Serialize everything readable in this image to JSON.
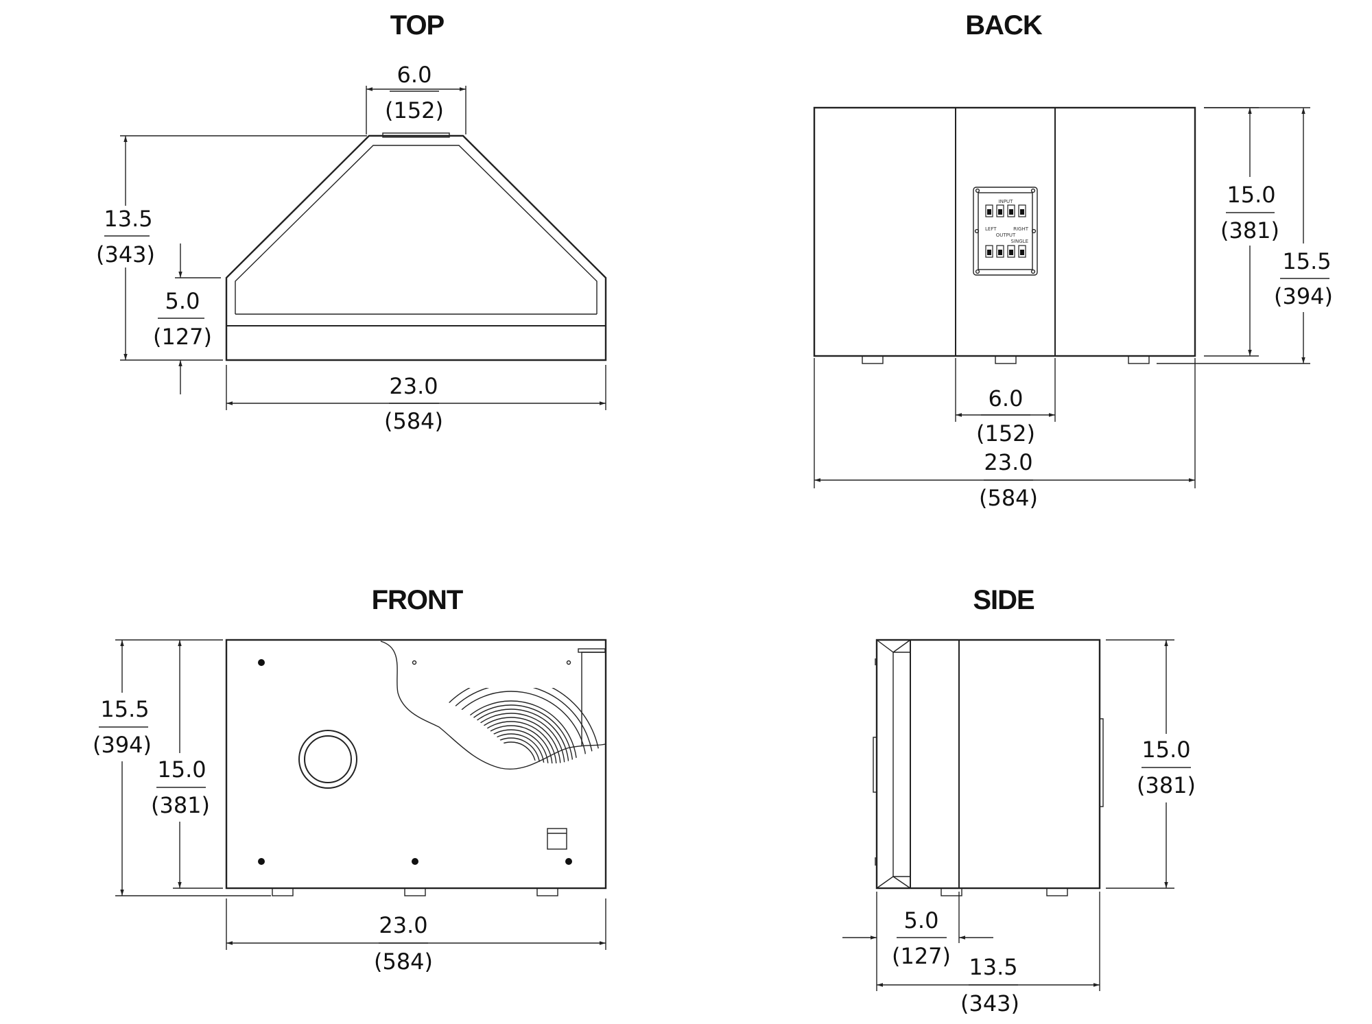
{
  "views": {
    "top": {
      "title": "TOP",
      "depth_in": "13.5",
      "depth_mm": "(343)",
      "top_width_in": "6.0",
      "top_width_mm": "(152)",
      "front_depth_in": "5.0",
      "front_depth_mm": "(127)",
      "width_in": "23.0",
      "width_mm": "(584)"
    },
    "back": {
      "title": "BACK",
      "cabinet_height_in": "15.0",
      "cabinet_height_mm": "(381)",
      "total_height_in": "15.5",
      "total_height_mm": "(394)",
      "panel_width_in": "6.0",
      "panel_width_mm": "(152)",
      "width_in": "23.0",
      "width_mm": "(584)",
      "plate_labels": {
        "input": "INPUT",
        "left": "LEFT",
        "right": "RIGHT",
        "output": "OUTPUT",
        "single": "SINGLE"
      }
    },
    "front": {
      "title": "FRONT",
      "total_height_in": "15.5",
      "total_height_mm": "(394)",
      "cabinet_height_in": "15.0",
      "cabinet_height_mm": "(381)",
      "width_in": "23.0",
      "width_mm": "(584)"
    },
    "side": {
      "title": "SIDE",
      "height_in": "15.0",
      "height_mm": "(381)",
      "front_depth_in": "5.0",
      "front_depth_mm": "(127)",
      "depth_in": "13.5",
      "depth_mm": "(343)"
    }
  }
}
